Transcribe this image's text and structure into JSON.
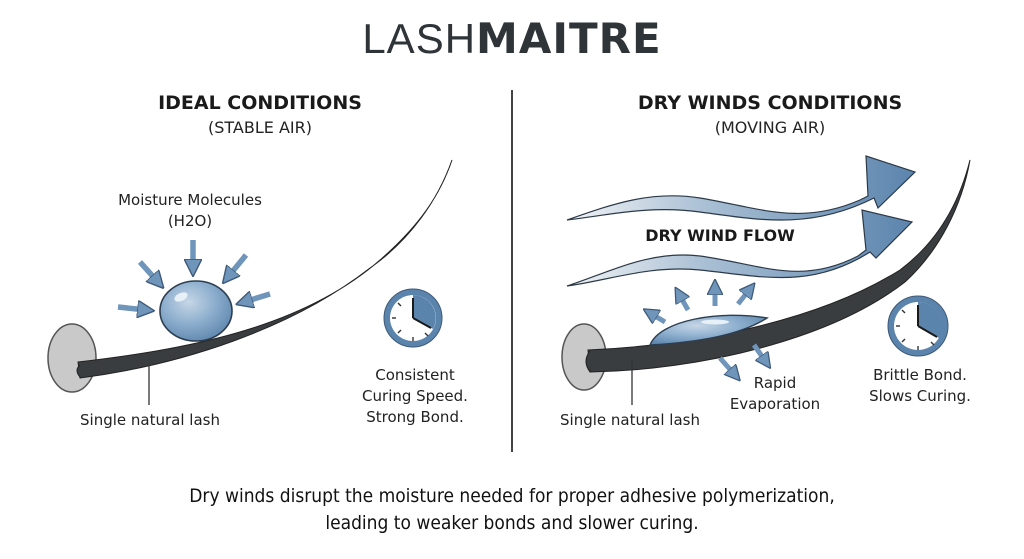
{
  "brand": {
    "light": "LASH",
    "bold": "MAITRE"
  },
  "left_panel": {
    "title": "IDEAL CONDITIONS",
    "subtitle": "(STABLE AIR)",
    "molecule_label_line1": "Moisture Molecules",
    "molecule_label_line2": "(H2O)",
    "lash_label": "Single natural lash",
    "result_line1": "Consistent",
    "result_line2": "Curing Speed.",
    "result_line3": "Strong Bond."
  },
  "right_panel": {
    "title": "DRY WINDS CONDITIONS",
    "subtitle": "(MOVING AIR)",
    "wind_label": "DRY WIND FLOW",
    "evaporation_line1": "Rapid",
    "evaporation_line2": "Evaporation",
    "lash_label": "Single natural lash",
    "result_line1": "Brittle Bond.",
    "result_line2": "Slows Curing."
  },
  "footer": {
    "line1": "Dry winds disrupt the moisture needed for proper adhesive polymerization,",
    "line2": "leading to weaker bonds and slower curing."
  },
  "colors": {
    "accent_blue": "#5b84ad",
    "lash_dark": "#3a3d40",
    "follicle_gray": "#c8c8c8",
    "text": "#1e1e1e"
  }
}
